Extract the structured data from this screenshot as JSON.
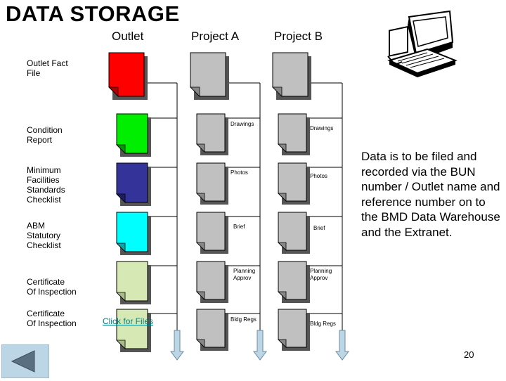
{
  "title": "DATA STORAGE",
  "columns": {
    "outlet": "Outlet",
    "project_a": "Project A",
    "project_b": "Project B"
  },
  "rows": {
    "outlet_fact_file": "Outlet Fact\nFile",
    "condition_report": "Condition\nReport",
    "minimum_facilities": "Minimum\nFacilities\nStandards\nChecklist",
    "abm_statutory": "ABM\nStatutory\nChecklist",
    "certificate_1": "Certificate\nOf Inspection",
    "certificate_2": "Certificate\nOf Inspection"
  },
  "project_docs": {
    "a_drawings": "Drawings",
    "a_photos": "Photos",
    "a_brief": "Brief",
    "a_planning": "Planning\nApprov",
    "a_bldg": "Bldg Regs",
    "b_drawings": "Drawings",
    "b_photos": "Photos",
    "b_brief": "Brief",
    "b_planning": "Planning\nApprov",
    "b_bldg": "Bldg Regs"
  },
  "outlet_doc_colors": {
    "fact_file": "#ff0000",
    "condition_report": "#00ee00",
    "minimum_facilities": "#333399",
    "abm_statutory": "#00ffff",
    "certificate_1": "#d6e8b4",
    "certificate_2": "#d6e8b4"
  },
  "project_doc_color": "#c0c0c0",
  "arrow_color": "#bcd6e6",
  "link_text": "Click for Files",
  "side_text": "Data is to be filed and recorded via the BUN number / Outlet name and reference number on to the BMD Data Warehouse and the Extranet.",
  "page_number": "20",
  "icons": {
    "computer": "computer-icon",
    "back": "back-arrow-icon"
  }
}
